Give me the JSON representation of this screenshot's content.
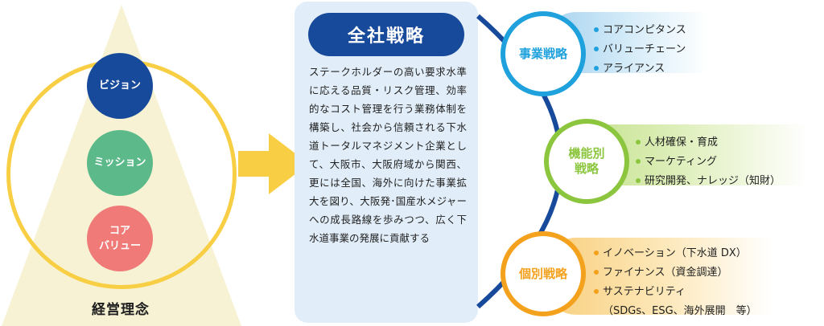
{
  "philosophy": {
    "label": "経営理念",
    "values": [
      "ビジョン",
      "ミッション",
      "コア\nバリュー"
    ]
  },
  "corporate": {
    "title": "全社戦略",
    "description": "ステークホルダーの高い要求水準に応える品質・リスク管理、効率的なコスト管理を行う業務体制を構築し、社会から信頼される下水道トータルマネジメント企業として、大阪市、大阪府域から関西、更には全国、海外に向けた事業拡大を図り、大阪発･国産水メジャーへの成長路線を歩みつつ、広く下水道事業の発展に貢献する"
  },
  "strategies": [
    {
      "title": "事業戦略",
      "items": [
        "コアコンピタンス",
        "バリューチェーン",
        "アライアンス"
      ]
    },
    {
      "title": "機能別\n戦略",
      "items": [
        "人材確保・育成",
        "マーケティング",
        "研究開発、ナレッジ（知財）"
      ]
    },
    {
      "title": "個別戦略",
      "items": [
        "イノベーション（下水道 DX）",
        "ファイナンス（資金調達）",
        "サステナビリティ"
      ],
      "sub": "（SDGs、ESG、海外展開　等）"
    }
  ],
  "colors": {
    "navy": "#184a9b",
    "mission": "#5bb98a",
    "core": "#ef7a78",
    "ring": "#f8cf44",
    "blue": "#1ea1dc",
    "green": "#8cc63e",
    "orange": "#f4a11d"
  }
}
